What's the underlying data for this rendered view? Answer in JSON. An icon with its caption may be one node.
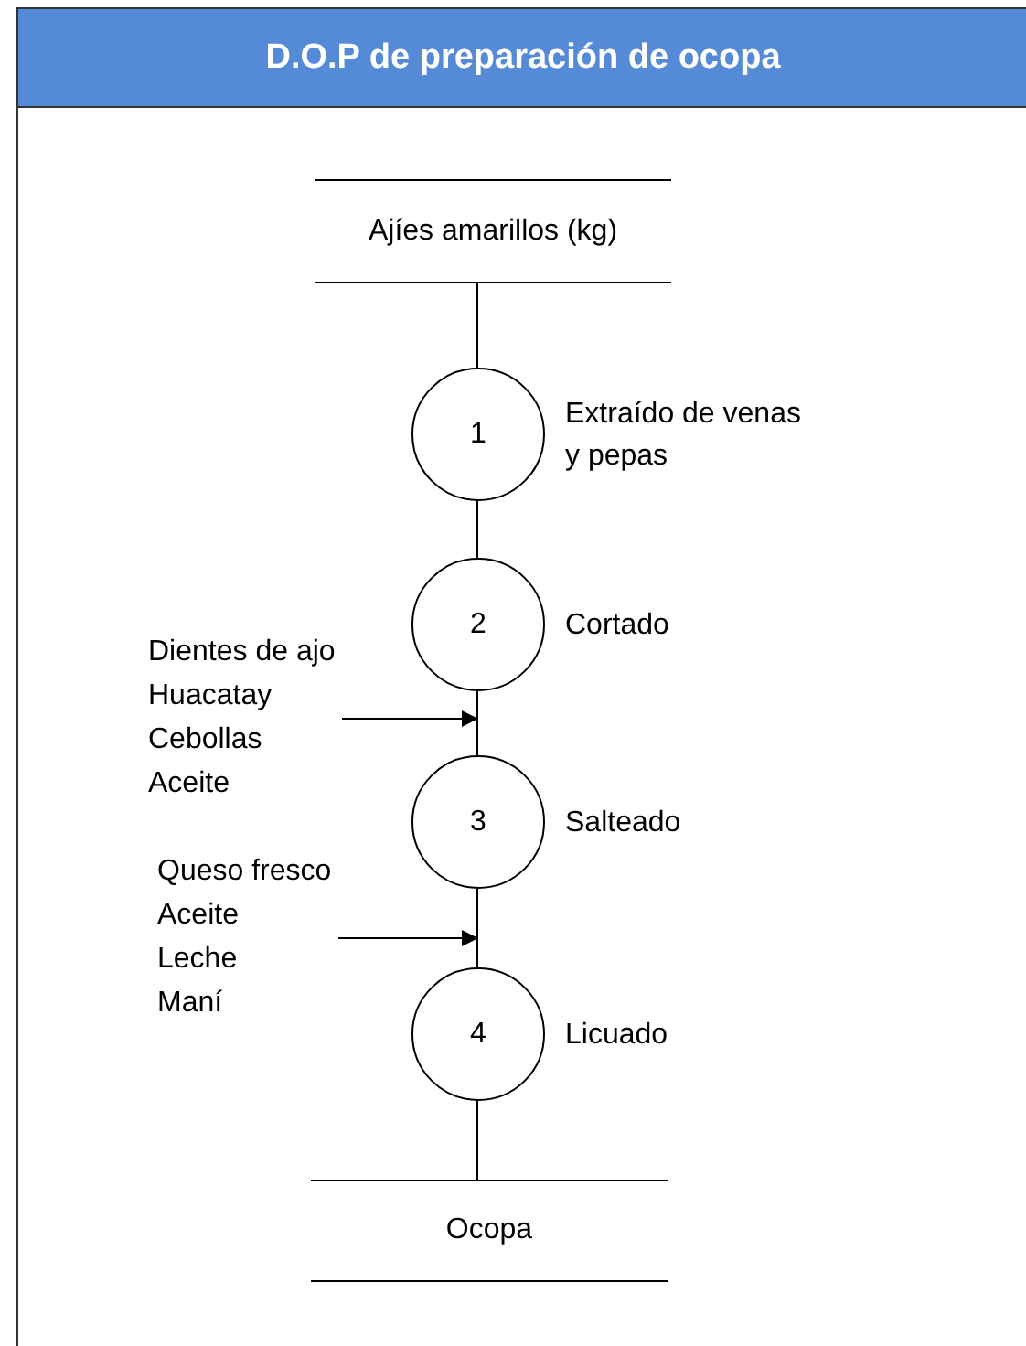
{
  "diagram": {
    "title": "D.O.P de preparación de ocopa",
    "nodes": [
      {
        "text": [
          "Ajíes amarillos (kg)"
        ]
      },
      {
        "text": [
          "1"
        ],
        "beside": [
          "Extraído de venas y pepas"
        ]
      },
      {
        "text": [
          "2"
        ],
        "beside": [
          "Cortado"
        ]
      },
      {
        "text": [
          "3"
        ],
        "beside": [
          "Salteado"
        ]
      },
      {
        "text": [
          "4"
        ],
        "beside": [
          "Licuado"
        ]
      },
      {
        "text": [
          "Ocopa"
        ]
      },
      {
        "text": [
          "Dientes de ajo",
          "Huacatay",
          "Cebollas",
          "Aceite"
        ]
      },
      {
        "text": [
          "Queso fresco",
          "Aceite",
          "Leche",
          "Maní"
        ]
      }
    ],
    "edges": [
      {
        "from": 0,
        "to": 1,
        "arrow": "none"
      },
      {
        "from": 1,
        "to": 2,
        "arrow": "none"
      },
      {
        "from": 2,
        "to": 3,
        "arrow": "none"
      },
      {
        "from": 3,
        "to": 4,
        "arrow": "none"
      },
      {
        "from": 4,
        "to": 5,
        "arrow": "none"
      },
      {
        "from": 6,
        "to": 3,
        "arrow": "to"
      },
      {
        "from": 7,
        "to": 4,
        "arrow": "to"
      }
    ]
  }
}
